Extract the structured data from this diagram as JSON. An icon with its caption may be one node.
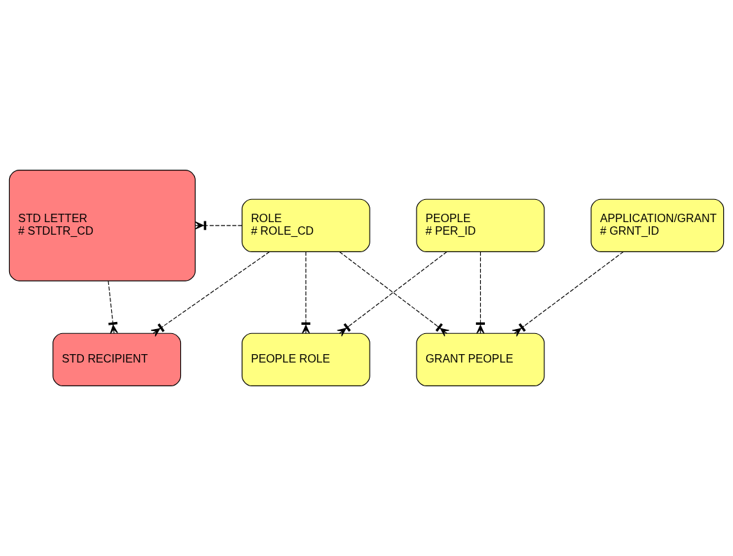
{
  "diagram": {
    "nodes": [
      {
        "text": [
          "STD LETTER",
          "# STDLTR_CD"
        ]
      },
      {
        "text": [
          "APPLICATION/GRANT",
          "# GRNT_ID"
        ]
      },
      {
        "text": [
          "STD RECIPIENT"
        ]
      },
      {
        "text": [
          "ROLE",
          "# ROLE_CD"
        ]
      },
      {
        "text": [
          "GRANT PEOPLE"
        ]
      },
      {
        "text": [
          "PEOPLE",
          "# PER_ID"
        ]
      },
      {
        "text": [
          "PEOPLE ROLE"
        ]
      }
    ],
    "edges": [
      {
        "from": 0,
        "to": 2,
        "arrow": "other"
      },
      {
        "from": 3,
        "to": 0,
        "arrow": "other"
      },
      {
        "from": 3,
        "to": 2,
        "arrow": "other"
      },
      {
        "from": 3,
        "to": 4,
        "arrow": "other"
      },
      {
        "from": 1,
        "to": 4,
        "arrow": "other"
      },
      {
        "from": 5,
        "to": 4,
        "arrow": "other"
      },
      {
        "from": 3,
        "to": 6,
        "arrow": "other"
      },
      {
        "from": 5,
        "to": 6,
        "arrow": "other"
      }
    ]
  }
}
